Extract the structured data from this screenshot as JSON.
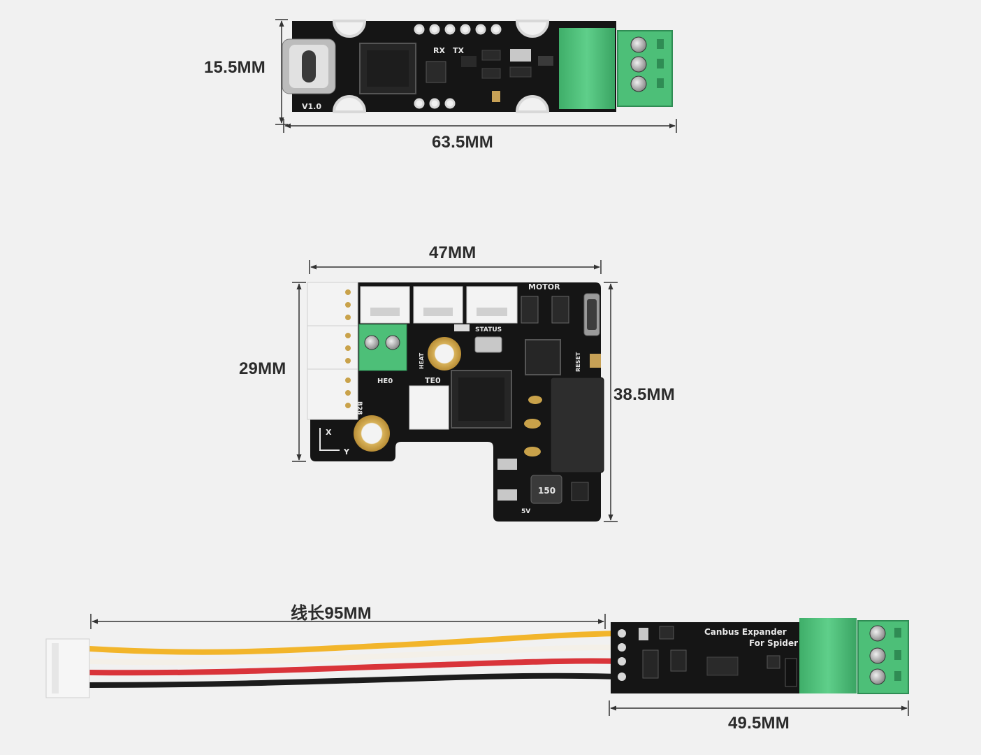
{
  "dimensions": {
    "board1_height": "15.5MM",
    "board1_width": "63.5MM",
    "board2_width": "47MM",
    "board2_left_height": "29MM",
    "board2_right_height": "38.5MM",
    "cable_length": "线长95MM",
    "board3_width": "49.5MM"
  },
  "silkscreen": {
    "board1_version": "V1.0",
    "board1_rx": "RX",
    "board1_tx": "TX",
    "board2_motor": "MOTOR",
    "board2_status": "STATUS",
    "board2_reset": "RESET",
    "board2_he0": "HE0",
    "board2_te0": "TE0",
    "board2_heat": "HEAT",
    "board2_inductor": "150",
    "board2_5v": "5V",
    "board2_axis_x": "X",
    "board2_axis_y": "Y",
    "board2_b28": "B28",
    "board3_title_line1": "Canbus Expander",
    "board3_title_line2": "For Spider"
  },
  "colors": {
    "background": "#f1f1f1",
    "pcb": "#151515",
    "terminal_green": "#4dbf78",
    "gold": "#c9a24a",
    "wire_yellow": "#f2b52b",
    "wire_white": "#f4f0e8",
    "wire_red": "#d9343a",
    "wire_black": "#1c1c1c"
  }
}
